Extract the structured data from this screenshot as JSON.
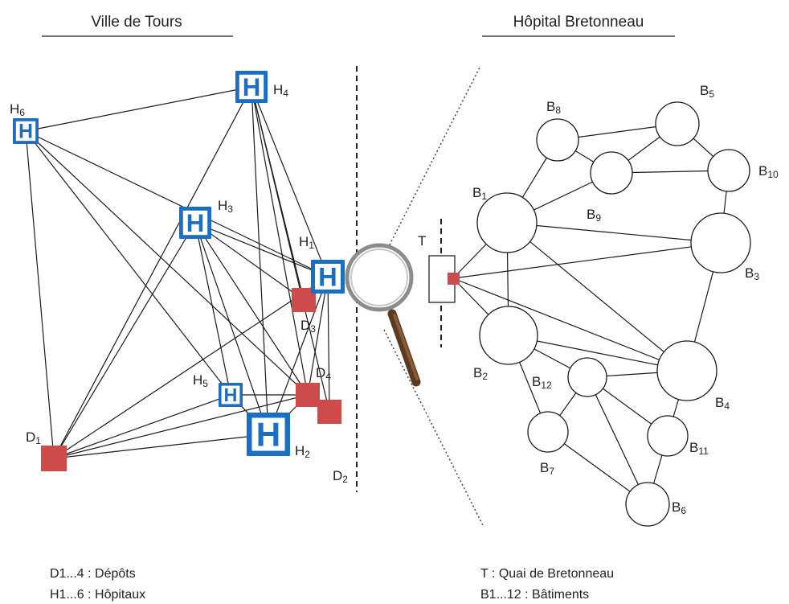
{
  "left_title": "Ville de Tours",
  "right_title": "Hôpital Bretonneau",
  "colors": {
    "hospital": "#1a6fc4",
    "depot": "#cd4b4b",
    "terminal": "#cd4b4b"
  },
  "hospital_symbol": "H",
  "hospitals": [
    {
      "id": "H1",
      "prefix": "H",
      "sub": "1"
    },
    {
      "id": "H2",
      "prefix": "H",
      "sub": "2"
    },
    {
      "id": "H3",
      "prefix": "H",
      "sub": "3"
    },
    {
      "id": "H4",
      "prefix": "H",
      "sub": "4"
    },
    {
      "id": "H5",
      "prefix": "H",
      "sub": "5"
    },
    {
      "id": "H6",
      "prefix": "H",
      "sub": "6"
    }
  ],
  "depots": [
    {
      "id": "D1",
      "prefix": "D",
      "sub": "1"
    },
    {
      "id": "D2",
      "prefix": "D",
      "sub": "2"
    },
    {
      "id": "D3",
      "prefix": "D",
      "sub": "3"
    },
    {
      "id": "D4",
      "prefix": "D",
      "sub": "4"
    }
  ],
  "city_edges": [
    [
      "H6",
      "H4"
    ],
    [
      "H6",
      "D1"
    ],
    [
      "H6",
      "H1"
    ],
    [
      "H6",
      "H5"
    ],
    [
      "H6",
      "D4"
    ],
    [
      "H4",
      "D1"
    ],
    [
      "H4",
      "D3"
    ],
    [
      "H4",
      "D4"
    ],
    [
      "H4",
      "D2"
    ],
    [
      "H4",
      "H1"
    ],
    [
      "H4",
      "H2"
    ],
    [
      "H3",
      "D1"
    ],
    [
      "H3",
      "H1"
    ],
    [
      "H3",
      "D3"
    ],
    [
      "H3",
      "D4"
    ],
    [
      "H3",
      "H2"
    ],
    [
      "H3",
      "H5"
    ],
    [
      "H1",
      "D1"
    ],
    [
      "H1",
      "D2"
    ],
    [
      "H1",
      "D4"
    ],
    [
      "H1",
      "H2"
    ],
    [
      "D1",
      "H5"
    ],
    [
      "D1",
      "H2"
    ],
    [
      "D1",
      "D4"
    ],
    [
      "H5",
      "D4"
    ],
    [
      "H5",
      "H2"
    ],
    [
      "H2",
      "D4"
    ]
  ],
  "terminal": {
    "label": "T"
  },
  "buildings": [
    {
      "id": "B1",
      "prefix": "B",
      "sub": "1"
    },
    {
      "id": "B2",
      "prefix": "B",
      "sub": "2"
    },
    {
      "id": "B3",
      "prefix": "B",
      "sub": "3"
    },
    {
      "id": "B4",
      "prefix": "B",
      "sub": "4"
    },
    {
      "id": "B5",
      "prefix": "B",
      "sub": "5"
    },
    {
      "id": "B6",
      "prefix": "B",
      "sub": "6"
    },
    {
      "id": "B7",
      "prefix": "B",
      "sub": "7"
    },
    {
      "id": "B8",
      "prefix": "B",
      "sub": "8"
    },
    {
      "id": "B9",
      "prefix": "B",
      "sub": "9"
    },
    {
      "id": "B10",
      "prefix": "B",
      "sub": "10"
    },
    {
      "id": "B11",
      "prefix": "B",
      "sub": "11"
    },
    {
      "id": "B12",
      "prefix": "B",
      "sub": "12"
    }
  ],
  "hospital_edges": [
    [
      "T",
      "B1"
    ],
    [
      "T",
      "B2"
    ],
    [
      "T",
      "B3"
    ],
    [
      "T",
      "B4"
    ],
    [
      "B1",
      "B2"
    ],
    [
      "B1",
      "B3"
    ],
    [
      "B1",
      "B8"
    ],
    [
      "B1",
      "B9"
    ],
    [
      "B1",
      "B4"
    ],
    [
      "B8",
      "B5"
    ],
    [
      "B8",
      "B9"
    ],
    [
      "B9",
      "B5"
    ],
    [
      "B9",
      "B10"
    ],
    [
      "B5",
      "B10"
    ],
    [
      "B10",
      "B3"
    ],
    [
      "B3",
      "B4"
    ],
    [
      "B2",
      "B12"
    ],
    [
      "B2",
      "B4"
    ],
    [
      "B2",
      "B7"
    ],
    [
      "B12",
      "B7"
    ],
    [
      "B12",
      "B11"
    ],
    [
      "B12",
      "B6"
    ],
    [
      "B12",
      "B4"
    ],
    [
      "B4",
      "B11"
    ],
    [
      "B11",
      "B6"
    ],
    [
      "B7",
      "B6"
    ]
  ],
  "legend_left": [
    "D1...4 : Dépôts",
    "H1...6 : Hôpitaux"
  ],
  "legend_right": [
    "T : Quai de Bretonneau",
    "B1...12 : Bâtiments"
  ],
  "icons": [
    "hospital-icon",
    "depot-marker",
    "magnifying-glass-icon",
    "terminal-marker"
  ]
}
